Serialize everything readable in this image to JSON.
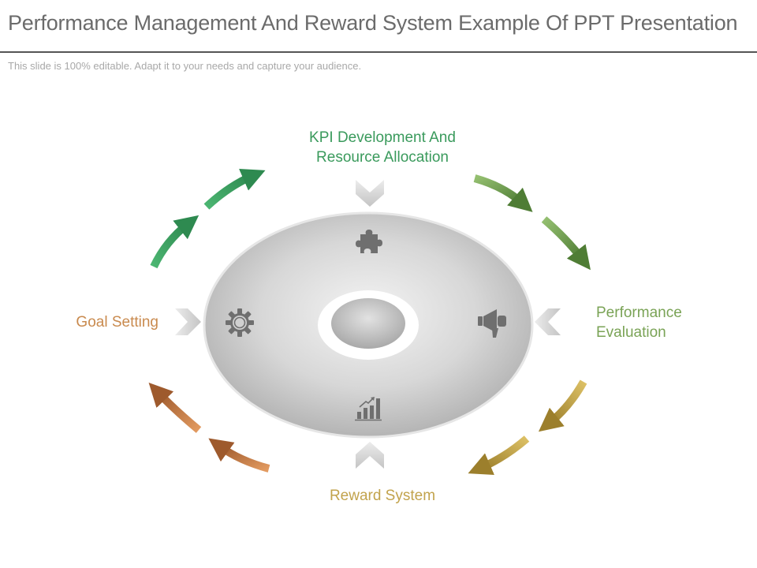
{
  "slide": {
    "title": "Performance Management And Reward System Example Of PPT Presentation",
    "subtitle": "This slide is 100% editable. Adapt it to your needs and capture your audience."
  },
  "colors": {
    "kpi": "#3a9a5c",
    "performance": "#7aa356",
    "reward": "#c2a34c",
    "goal": "#c98a4e",
    "center": "#d3d3d3",
    "chevron": "#d6d6d6",
    "icon": "#6f6f6f"
  },
  "diagram": {
    "top": {
      "line1": "KPI Development  And",
      "line2": "Resource Allocation",
      "icon": "puzzle-icon"
    },
    "right": {
      "line1": "Performance",
      "line2": "Evaluation",
      "icon": "megaphone-icon"
    },
    "bottom": {
      "line1": "Reward System",
      "icon": "bar-chart-icon"
    },
    "left": {
      "line1": "Goal Setting",
      "icon": "gear-icon"
    }
  }
}
